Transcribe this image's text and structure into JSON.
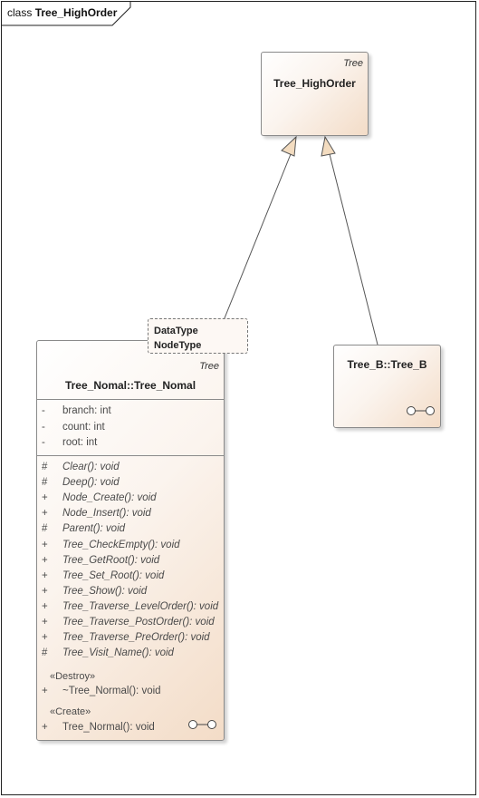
{
  "frame": {
    "keyword": "class",
    "name": "Tree_HighOrder"
  },
  "tree_highorder": {
    "stereotype": "Tree",
    "name": "Tree_HighOrder"
  },
  "tree_nomal": {
    "stereotype": "Tree",
    "name": "Tree_Nomal::Tree_Nomal",
    "template_params": [
      "DataType",
      "NodeType"
    ],
    "attributes": [
      {
        "vis": "-",
        "text": "branch: int"
      },
      {
        "vis": "-",
        "text": "count: int"
      },
      {
        "vis": "-",
        "text": "root: int"
      }
    ],
    "operations": [
      {
        "vis": "#",
        "name": "Clear()",
        "ret": ": void"
      },
      {
        "vis": "#",
        "name": "Deep()",
        "ret": ": void"
      },
      {
        "vis": "+",
        "name": "Node_Create()",
        "ret": ": void"
      },
      {
        "vis": "+",
        "name": "Node_Insert()",
        "ret": ": void"
      },
      {
        "vis": "#",
        "name": "Parent()",
        "ret": ": void"
      },
      {
        "vis": "+",
        "name": "Tree_CheckEmpty()",
        "ret": ": void"
      },
      {
        "vis": "+",
        "name": "Tree_GetRoot()",
        "ret": ": void"
      },
      {
        "vis": "+",
        "name": "Tree_Set_Root()",
        "ret": ": void"
      },
      {
        "vis": "+",
        "name": "Tree_Show()",
        "ret": ": void"
      },
      {
        "vis": "+",
        "name": "Tree_Traverse_LevelOrder()",
        "ret": ": void"
      },
      {
        "vis": "+",
        "name": "Tree_Traverse_PostOrder()",
        "ret": ": void"
      },
      {
        "vis": "+",
        "name": "Tree_Traverse_PreOrder()",
        "ret": ": void"
      },
      {
        "vis": "#",
        "name": "Tree_Visit_Name()",
        "ret": ": void"
      }
    ],
    "destroy_label": "«Destroy»",
    "destroy_op": {
      "vis": "+",
      "text": "~Tree_Normal(): void"
    },
    "create_label": "«Create»",
    "create_op": {
      "vis": "+",
      "text": "Tree_Normal(): void"
    }
  },
  "tree_b": {
    "name": "Tree_B::Tree_B"
  }
}
